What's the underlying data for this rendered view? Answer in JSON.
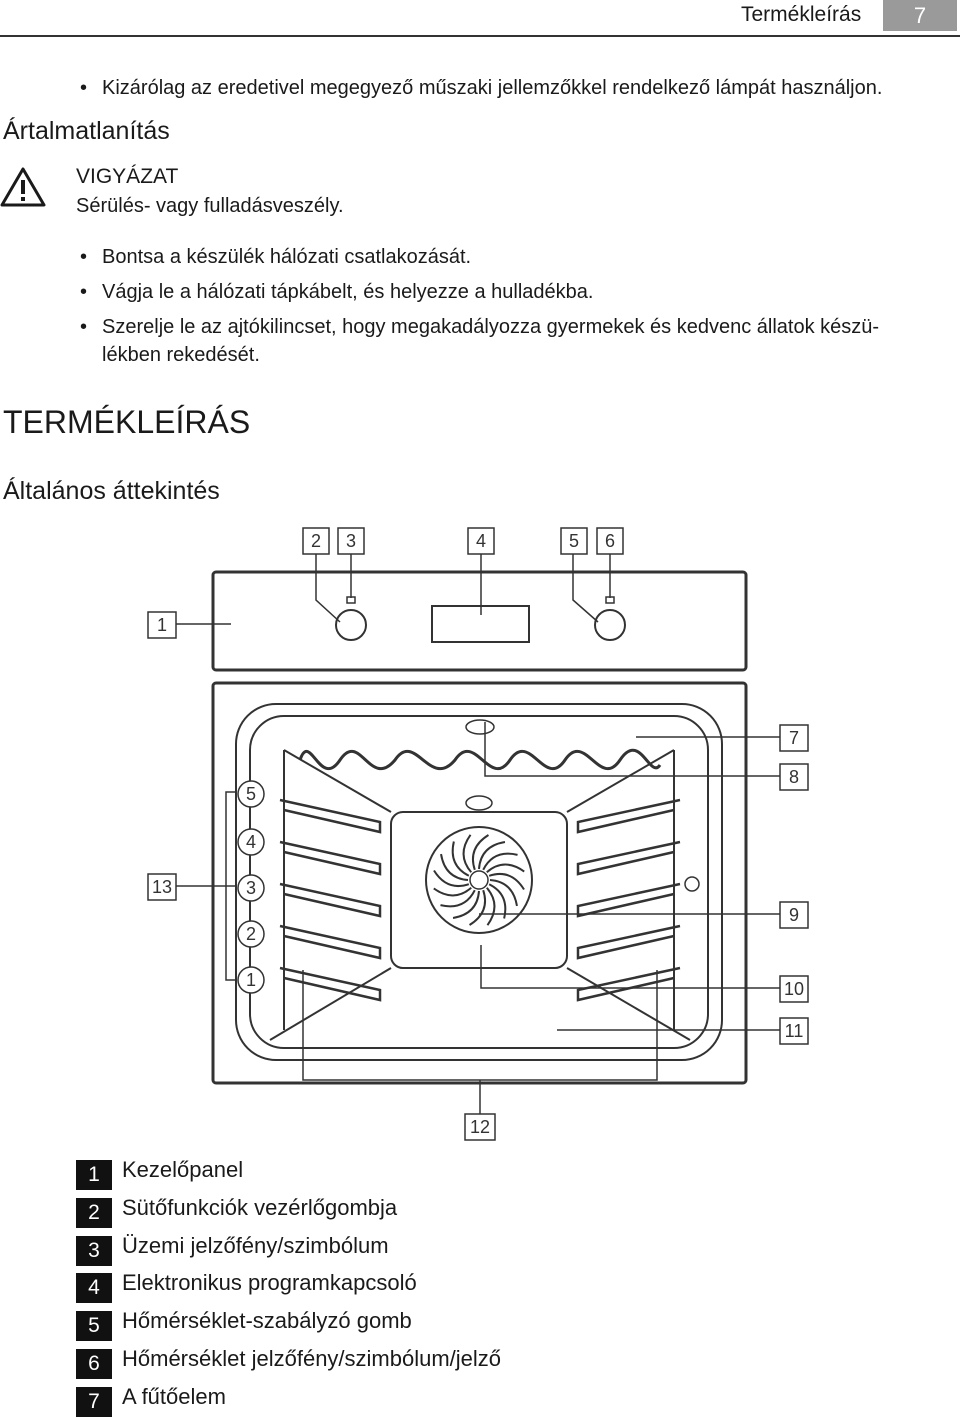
{
  "header": {
    "section": "Termékleírás",
    "page_number": "7"
  },
  "lamp_bullet": "Kizárólag az eredetivel megegyező műszaki jellemzőkkel rendelkező lámpát használjon.",
  "disposal": {
    "heading": "Ártalmatlanítás",
    "warning_title": "VIGYÁZAT",
    "warning_text": "Sérülés- vagy fulladásveszély.",
    "bullets": [
      "Bontsa a készülék hálózati csatlakozását.",
      "Vágja le a hálózati tápkábelt, és helyezze a hulladékba.",
      "Szerelje le az ajtókilincset, hogy megakadályozza gyermekek és kedvenc állatok készü-",
      "lékben rekedését."
    ]
  },
  "product": {
    "heading": "TERMÉKLEÍRÁS",
    "subheading": "Általános áttekintés"
  },
  "diagram": {
    "top_callouts": [
      "2",
      "3",
      "4",
      "5",
      "6"
    ],
    "left_callout": "1",
    "right_callouts": [
      "7",
      "8",
      "9",
      "10",
      "11"
    ],
    "level_label": "13",
    "shelf_levels": [
      "5",
      "4",
      "3",
      "2",
      "1"
    ],
    "bottom_callout": "12"
  },
  "legend": [
    {
      "num": "1",
      "text": "Kezelőpanel"
    },
    {
      "num": "2",
      "text": "Sütőfunkciók vezérlőgombja"
    },
    {
      "num": "3",
      "text": "Üzemi jelzőfény/szimbólum"
    },
    {
      "num": "4",
      "text": "Elektronikus programkapcsoló"
    },
    {
      "num": "5",
      "text": "Hőmérséklet-szabályzó gomb"
    },
    {
      "num": "6",
      "text": "Hőmérséklet jelzőfény/szimbólum/jelző"
    },
    {
      "num": "7",
      "text": "A fűtőelem"
    }
  ],
  "icons": {
    "warning": "warning-triangle-icon"
  }
}
